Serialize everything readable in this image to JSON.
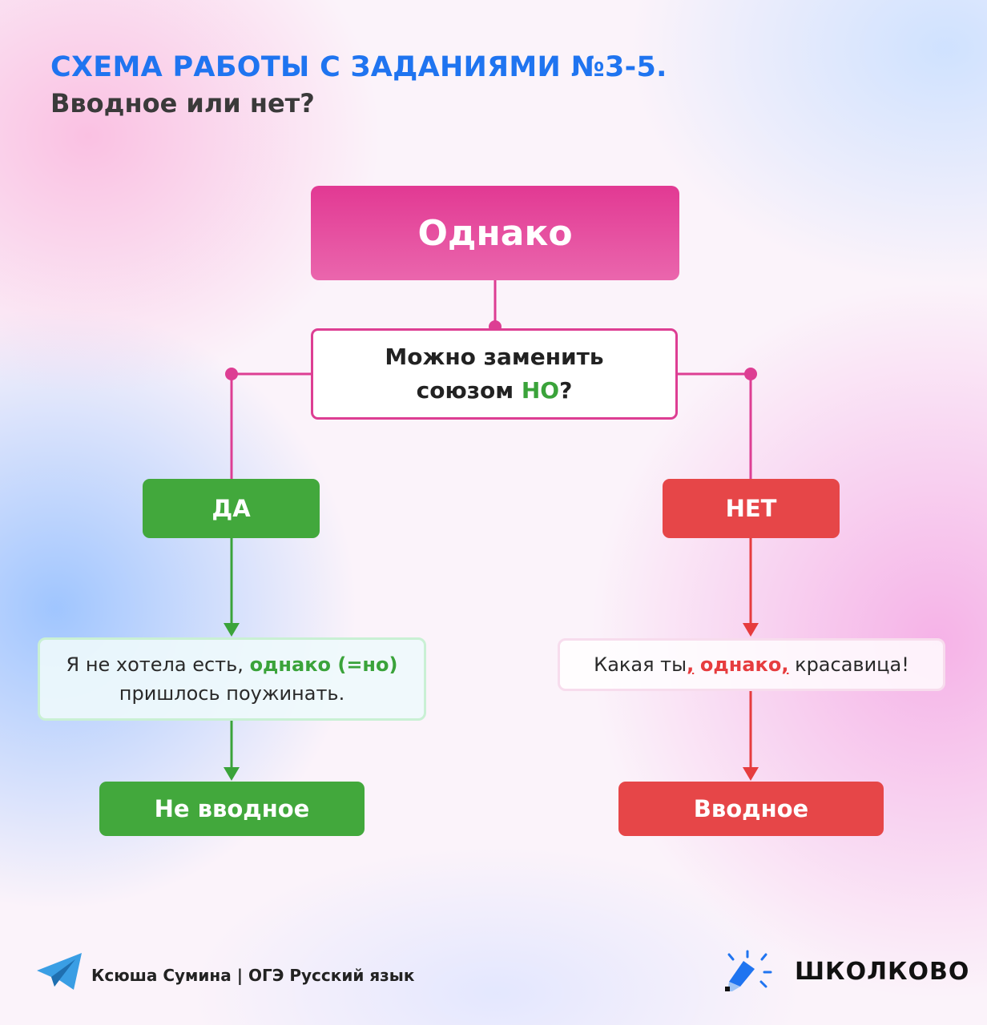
{
  "header": {
    "title": "СХЕМА РАБОТЫ С ЗАДАНИЯМИ №3-5.",
    "subtitle": "Вводное или нет?"
  },
  "diagram": {
    "root": "Однако",
    "question": {
      "line1": "Можно заменить",
      "line2_pre": "союзом ",
      "line2_highlight": "НО",
      "line2_post": "?"
    },
    "yes_branch": {
      "label": "ДА",
      "example": {
        "pre": "Я не хотела есть, ",
        "highlight": "однако (=но)",
        "line2": "пришлось поужинать."
      },
      "result": "Не вводное"
    },
    "no_branch": {
      "label": "НЕТ",
      "example": {
        "pre": "Какая ты",
        "comma1": ",",
        "highlight": "однако",
        "comma2": ",",
        "post": "красавица!"
      },
      "result": "Вводное"
    }
  },
  "footer": {
    "author": "Ксюша Сумина | ОГЭ Русский язык",
    "brand": "ШКОЛКОВО"
  },
  "colors": {
    "title_blue": "#1f74f0",
    "magenta": "#dd3e93",
    "green": "#42a83c",
    "red": "#e64648"
  },
  "icons": [
    "telegram-icon",
    "shkolkovo-logo-icon"
  ]
}
